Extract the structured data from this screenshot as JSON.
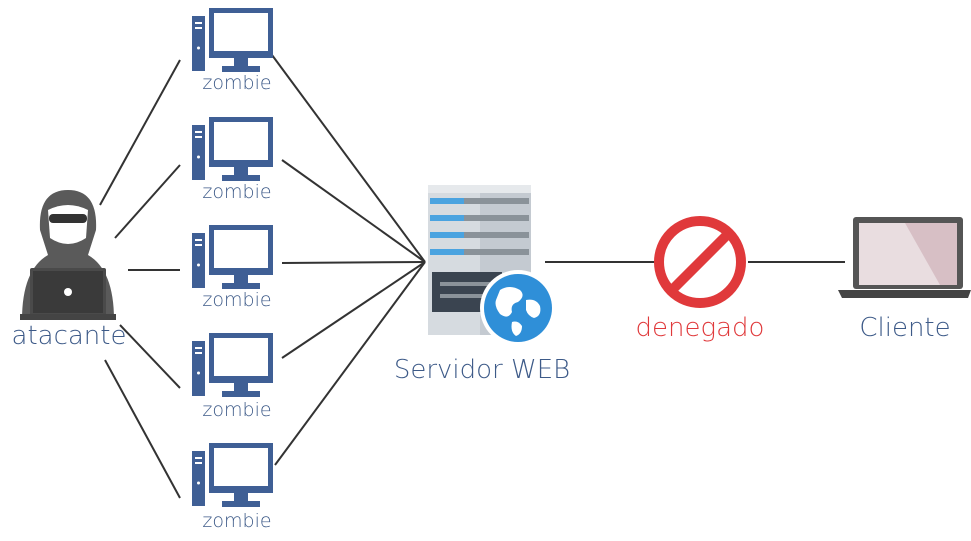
{
  "attacker": {
    "label": "atacante",
    "icon": "hacker-icon"
  },
  "zombies": [
    {
      "label": "zombie"
    },
    {
      "label": "zombie"
    },
    {
      "label": "zombie"
    },
    {
      "label": "zombie"
    },
    {
      "label": "zombie"
    }
  ],
  "server": {
    "label": "Servidor WEB",
    "icon": "server-globe-icon"
  },
  "status": {
    "label": "denegado",
    "icon": "denied-icon"
  },
  "client": {
    "label": "Cliente",
    "icon": "laptop-icon"
  },
  "colors": {
    "line": "#333333",
    "label_blue": "#3d5a88",
    "monitor": "#3f5f95",
    "server_body": "#d6dbe0",
    "server_accent": "#4aa3e0",
    "globe": "#2f8fd8",
    "denied": "#e0393b",
    "hacker": "#5a5a5a",
    "laptop": "#555555"
  }
}
